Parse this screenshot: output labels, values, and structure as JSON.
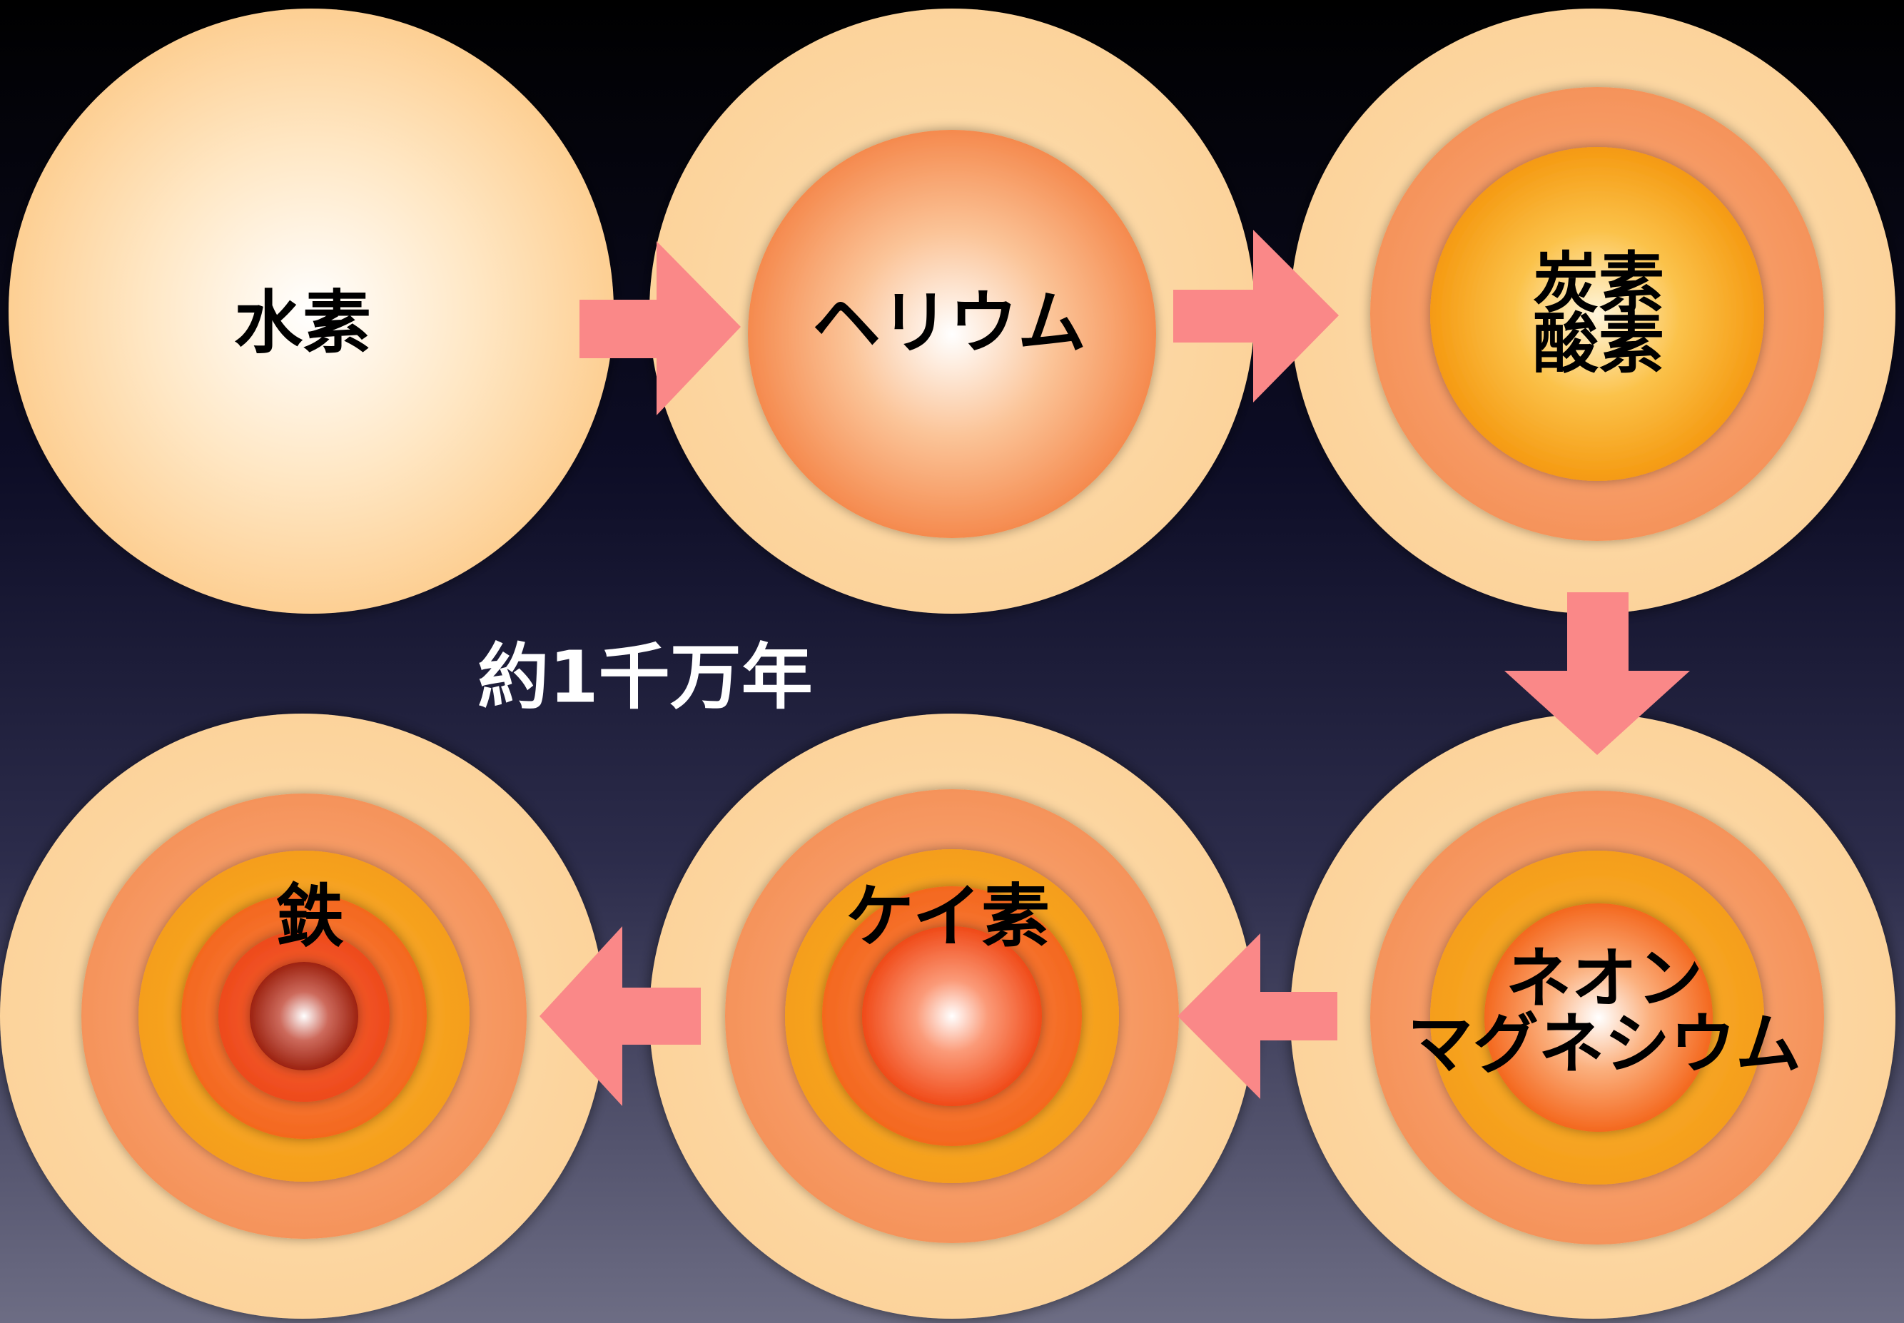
{
  "stages": [
    {
      "id": "hydrogen",
      "lines": [
        "水素"
      ]
    },
    {
      "id": "helium",
      "lines": [
        "ヘリウム"
      ]
    },
    {
      "id": "carbon-oxygen",
      "lines": [
        "炭素",
        "酸素"
      ]
    },
    {
      "id": "neon-magnesium",
      "lines": [
        "ネオン",
        "マグネシウム"
      ]
    },
    {
      "id": "silicon",
      "lines": [
        "ケイ素"
      ]
    },
    {
      "id": "iron",
      "lines": [
        "鉄"
      ]
    }
  ],
  "duration": "約1千万年",
  "colors": {
    "background_top": "#000000",
    "background_bottom": "#6d6d84",
    "outer_shell": "#fdd9a4",
    "helium_shell": "#f79a5a",
    "core_shell": "#f7a316",
    "silicon_shell": "#f25c22",
    "iron_core": "#a62714",
    "arrow": "#fa8888",
    "label_text": "#000000",
    "duration_text": "#ffffff"
  }
}
